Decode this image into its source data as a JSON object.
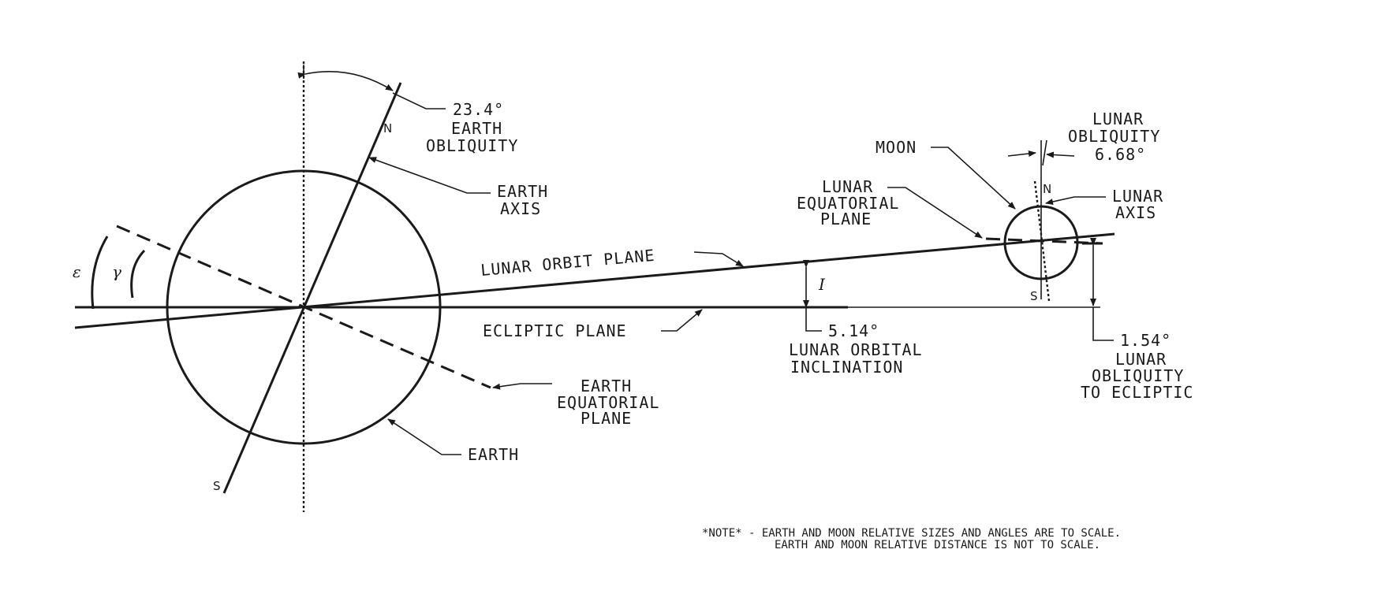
{
  "labels": {
    "earth_obliquity_value": "23.4°",
    "earth_obliquity_line1": "EARTH",
    "earth_obliquity_line2": "OBLIQUITY",
    "earth_axis_line1": "EARTH",
    "earth_axis_line2": "AXIS",
    "earth_north": "N",
    "earth_south": "S",
    "lunar_orbit_plane": "LUNAR ORBIT PLANE",
    "ecliptic_plane": "ECLIPTIC PLANE",
    "earth_equatorial_line1": "EARTH",
    "earth_equatorial_line2": "EQUATORIAL",
    "earth_equatorial_line3": "PLANE",
    "earth": "EARTH",
    "inclination_symbol": "I",
    "inclination_value": "5.14°",
    "inclination_line1": "LUNAR ORBITAL",
    "inclination_line2": "INCLINATION",
    "moon": "MOON",
    "lunar_obliquity_line1": "LUNAR",
    "lunar_obliquity_line2": "OBLIQUITY",
    "lunar_obliquity_value": "6.68°",
    "lunar_equatorial_line1": "LUNAR",
    "lunar_equatorial_line2": "EQUATORIAL",
    "lunar_equatorial_line3": "PLANE",
    "lunar_axis_line1": "LUNAR",
    "lunar_axis_line2": "AXIS",
    "moon_north": "N",
    "moon_south": "S",
    "lunar_ecliptic_value": "1.54°",
    "lunar_ecliptic_line1": "LUNAR",
    "lunar_ecliptic_line2": "OBLIQUITY",
    "lunar_ecliptic_line3": "TO ECLIPTIC",
    "epsilon": "ε",
    "gamma": "γ"
  },
  "note": {
    "line1": "*NOTE* - EARTH AND MOON RELATIVE SIZES AND ANGLES ARE TO SCALE.",
    "line2": "EARTH AND MOON RELATIVE DISTANCE IS NOT TO SCALE."
  }
}
